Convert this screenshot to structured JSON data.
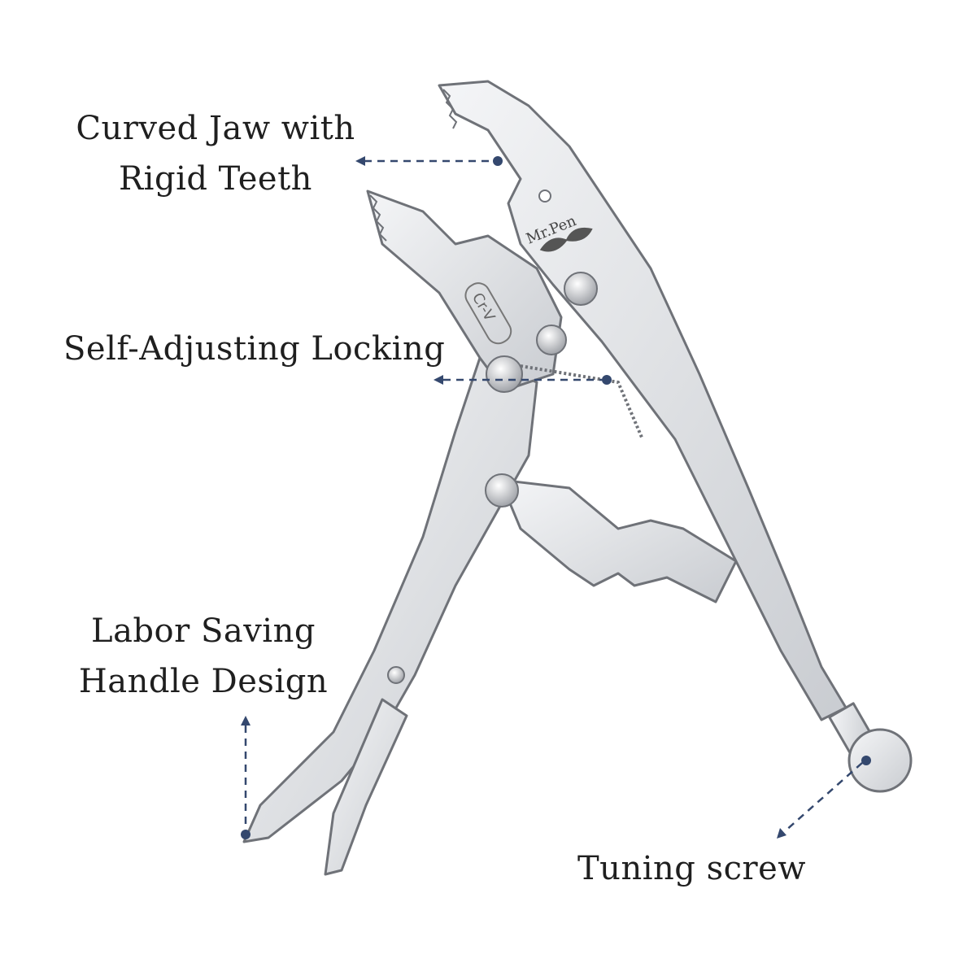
{
  "product": {
    "brand_logo": "Mr.Pen",
    "material_mark": "Cr-V"
  },
  "callouts": {
    "jaw": {
      "line1": "Curved Jaw with",
      "line2": "Rigid Teeth"
    },
    "locking": {
      "line1": "Self-Adjusting Locking"
    },
    "handle": {
      "line1": "Labor Saving",
      "line2": "Handle Design"
    },
    "screw": {
      "line1": "Tuning screw"
    }
  },
  "colors": {
    "arrow": "#34486e",
    "metal": "#e6e7ea",
    "metal_edge": "#8a8d93",
    "text": "#1f1f1f"
  }
}
